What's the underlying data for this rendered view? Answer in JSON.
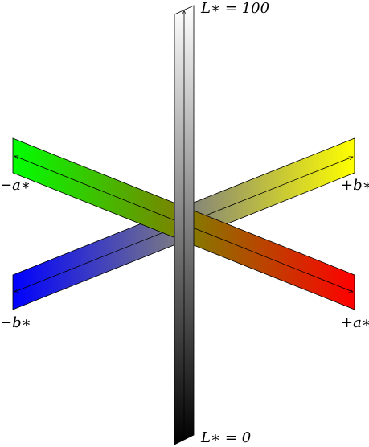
{
  "axes": {
    "L_max_label": "L∗ = 100",
    "L_min_label": "L∗ = 0",
    "a_pos_label": "+a∗",
    "a_neg_label": "−a∗",
    "b_pos_label": "+b∗",
    "b_neg_label": "−b∗"
  },
  "colors": {
    "green": "#00ff00",
    "red": "#ff0000",
    "blue": "#0000ff",
    "yellow": "#ffff00",
    "white": "#ffffff",
    "black": "#000000",
    "mid_gray": "#808000"
  }
}
